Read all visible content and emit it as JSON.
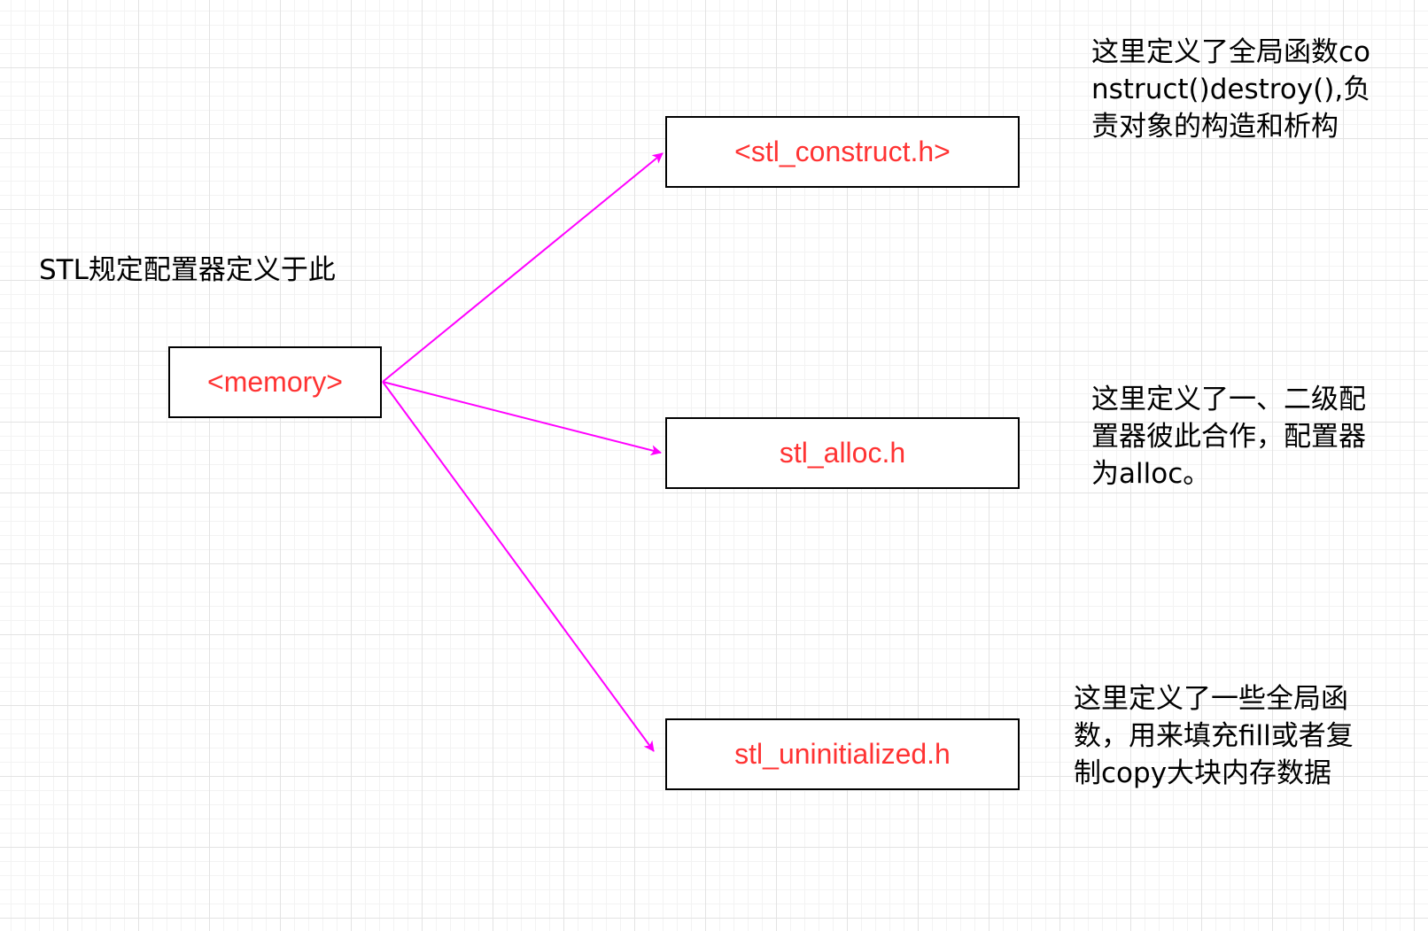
{
  "diagram": {
    "title_text": "STL规定配置器定义于此",
    "colors": {
      "node_text": "#ff3333",
      "arrow": "#ff00ff",
      "node_border": "#000000",
      "annotation_text": "#000000"
    },
    "nodes": {
      "memory": {
        "label": "<memory>"
      },
      "construct": {
        "label": "<stl_construct.h>"
      },
      "alloc": {
        "label": "stl_alloc.h"
      },
      "uninitialized": {
        "label": "stl_uninitialized.h"
      }
    },
    "edges": [
      {
        "from": "memory",
        "to": "construct"
      },
      {
        "from": "memory",
        "to": "alloc"
      },
      {
        "from": "memory",
        "to": "uninitialized"
      }
    ],
    "annotations": {
      "construct": "这里定义了全局函数construct()destroy(),负责对象的构造和析构",
      "alloc": "这里定义了一、二级配置器彼此合作，配置器为alloc。",
      "uninitialized": "这里定义了一些全局函数，用来填充fill或者复制copy大块内存数据"
    }
  }
}
